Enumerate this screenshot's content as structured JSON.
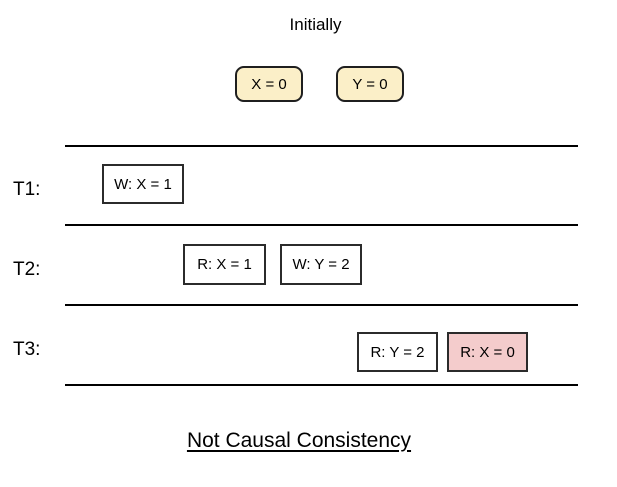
{
  "header": {
    "title": "Initially"
  },
  "initial_values": [
    {
      "label": "X = 0"
    },
    {
      "label": "Y = 0"
    }
  ],
  "timelines": [
    {
      "name": "T1:",
      "operations": [
        {
          "label": "W: X = 1",
          "type": "write",
          "highlighted": false
        }
      ]
    },
    {
      "name": "T2:",
      "operations": [
        {
          "label": "R: X = 1",
          "type": "read",
          "highlighted": false
        },
        {
          "label": "W: Y = 2",
          "type": "write",
          "highlighted": false
        }
      ]
    },
    {
      "name": "T3:",
      "operations": [
        {
          "label": "R: Y = 2",
          "type": "read",
          "highlighted": false
        },
        {
          "label": "R: X = 0",
          "type": "read",
          "highlighted": true
        }
      ]
    }
  ],
  "caption": {
    "label": "Not Causal Consistency",
    "underlined": true
  },
  "colors": {
    "background": "#FFFFFF",
    "initial_value_fill": "#FBEFC8",
    "highlight_fill": "#F4CCCC",
    "timeline_line": "#000000",
    "box_border": "#2B2B2B"
  }
}
